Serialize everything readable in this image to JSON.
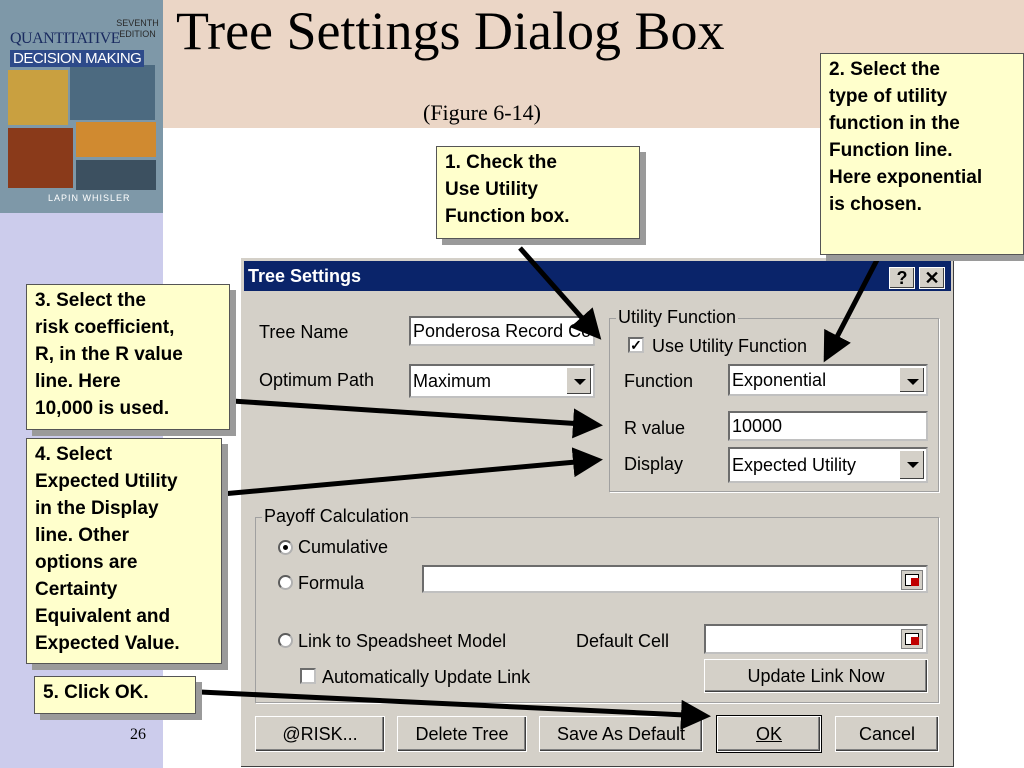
{
  "slide": {
    "title": "Tree Settings Dialog Box",
    "figure_ref": "(Figure 6-14)",
    "page_number": "26"
  },
  "book_cover": {
    "title_line1": "QUANTITATIVE",
    "title_line2": "DECISION MAKING",
    "edition": "SEVENTH EDITION",
    "authors": "LAPIN   WHISLER"
  },
  "callouts": {
    "step1": "1.  Check the\nUse Utility\nFunction box.",
    "step2": "2.  Select the\ntype of utility\nfunction  in the\nFunction line.\nHere exponential\nis chosen.",
    "step3": "3.  Select the\nrisk coefficient,\nR, in the R value\nline.  Here\n10,000 is used.",
    "step4": "4.  Select\nExpected Utility\nin the Display\nline.  Other\noptions are\nCertainty\nEquivalent and\nExpected Value.",
    "step5": "5.  Click OK."
  },
  "dialog": {
    "title": "Tree Settings",
    "help_label": "?",
    "close_label": "✕",
    "tree_name_label": "Tree Name",
    "tree_name_value": "Ponderosa Record Co",
    "optimum_path_label": "Optimum Path",
    "optimum_path_value": "Maximum",
    "utility_group_title": "Utility Function",
    "use_utility_label": "Use Utility Function",
    "use_utility_checked": true,
    "function_label": "Function",
    "function_value": "Exponential",
    "r_value_label": "R value",
    "r_value": "10000",
    "display_label": "Display",
    "display_value": "Expected Utility",
    "payoff_group_title": "Payoff Calculation",
    "cumulative_label": "Cumulative",
    "formula_label": "Formula",
    "formula_value": "",
    "link_label": "Link to Speadsheet Model",
    "default_cell_label": "Default Cell",
    "default_cell_value": "",
    "auto_update_label": "Automatically Update Link",
    "auto_update_checked": false,
    "update_link_label": "Update Link Now",
    "payoff_selected": "Cumulative",
    "buttons": {
      "risk": "@RISK...",
      "delete_tree": "Delete Tree",
      "save_default": "Save As Default",
      "ok": "OK",
      "cancel": "Cancel"
    }
  },
  "colors": {
    "titlebar": "#0a246a",
    "dialog_face": "#d4d0c8",
    "callout_fill": "#ffffcc",
    "left_band": "#ccccec",
    "top_band": "#ebd6c6"
  }
}
